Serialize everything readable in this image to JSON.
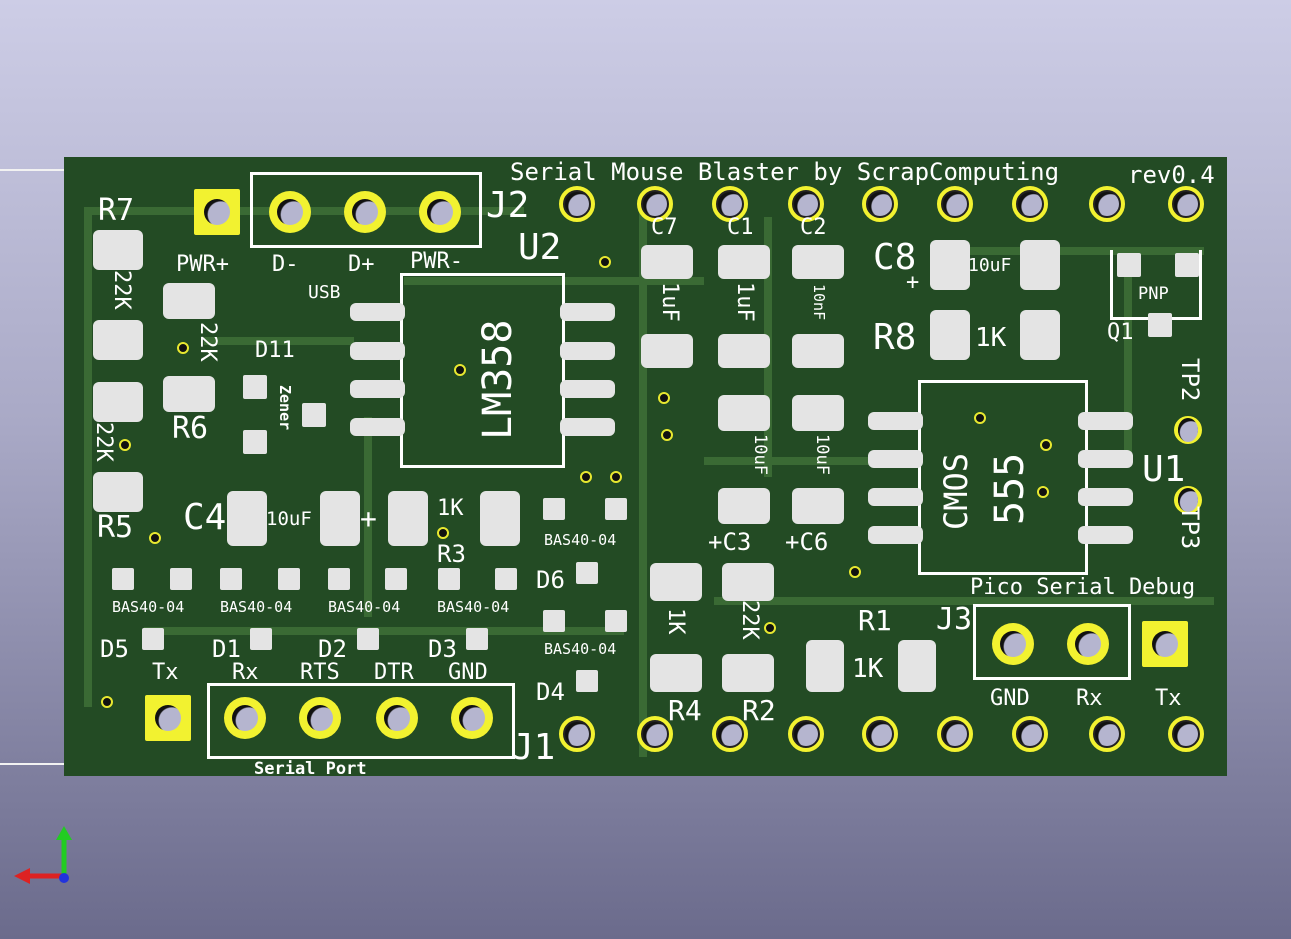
{
  "board": {
    "title": "Serial Mouse Blaster by ScrapComputing",
    "revision": "rev0.4",
    "refs": {
      "R7": "R7",
      "R6": "R6",
      "R5": "R5",
      "R1": "R1",
      "R2": "R2",
      "R3": "R3",
      "R4": "R4",
      "R8": "R8",
      "C1": "C1",
      "C2": "C2",
      "C3": "+C3",
      "C4": "C4",
      "C6": "+C6",
      "C7": "C7",
      "C8": "C8",
      "D1": "D1",
      "D2": "D2",
      "D3": "D3",
      "D4": "D4",
      "D5": "D5",
      "D6": "D6",
      "D11": "D11",
      "U1": "U1",
      "U2": "U2",
      "J1": "J1",
      "J2": "J2",
      "J3": "J3",
      "Q1": "Q1",
      "TP2": "TP2",
      "TP3": "TP3"
    },
    "values": {
      "r7": "22K",
      "r6": "22K",
      "r5": "22K",
      "r3": "1K",
      "r8": "1K",
      "r4": "1K",
      "r2": "22K",
      "r1": "1K",
      "c7": "1uF",
      "c1": "1uF",
      "c2": "10nF",
      "c8": "10uF",
      "c4": "10uF",
      "c3": "10uF",
      "c6": "10uF",
      "d11": "Zener",
      "q1": "PNP",
      "u2": "LM358",
      "u1_a": "CMOS",
      "u1_b": "555",
      "bas": "BAS40-04",
      "plus": "+"
    },
    "j2": {
      "pins": [
        "PWR+",
        "D-",
        "D+",
        "PWR-"
      ],
      "label": "USB"
    },
    "j1": {
      "pins": [
        "Tx",
        "Rx",
        "RTS",
        "DTR",
        "GND"
      ],
      "label": "Serial Port"
    },
    "j3": {
      "title": "Pico Serial Debug",
      "pins": [
        "GND",
        "Rx",
        "Tx"
      ]
    }
  },
  "colors": {
    "board": "#234b24",
    "trace": "#3a6a34",
    "silk": "#ffffff",
    "copper": "#f2f230",
    "pad": "#e4e4e4"
  }
}
